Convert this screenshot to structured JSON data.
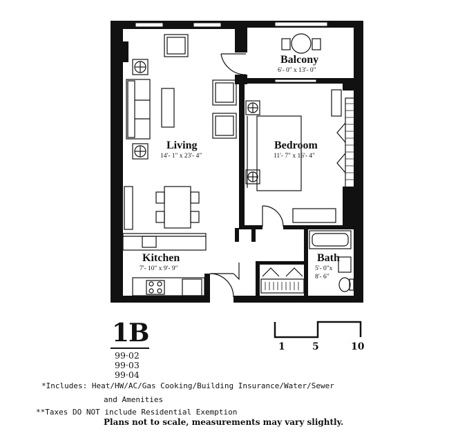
{
  "rooms": {
    "balcony": {
      "name": "Balcony",
      "dims": "6'- 0\" x 13'- 0\""
    },
    "living": {
      "name": "Living",
      "dims": "14'- 1\" x 23'- 4\""
    },
    "bedroom": {
      "name": "Bedroom",
      "dims": "11'- 7\" x 16'- 4\""
    },
    "kitchen": {
      "name": "Kitchen",
      "dims": "7'- 10\" x 9'- 9\""
    },
    "bath": {
      "name": "Bath",
      "dims_line1": "5'- 0\"x",
      "dims_line2": "8'- 6\""
    }
  },
  "unit": {
    "code": "1B",
    "numbers": [
      "99·02",
      "99·03",
      "99·04"
    ]
  },
  "scale": {
    "labels": [
      "1",
      "5",
      "10"
    ]
  },
  "notes": {
    "includes_line1": "*Includes:  Heat/HW/AC/Gas Cooking/Building Insurance/Water/Sewer",
    "includes_line2": "and Amenities",
    "taxes": "**Taxes DO NOT include Residential Exemption",
    "disclaimer": "Plans not to scale, measurements may vary slightly."
  }
}
